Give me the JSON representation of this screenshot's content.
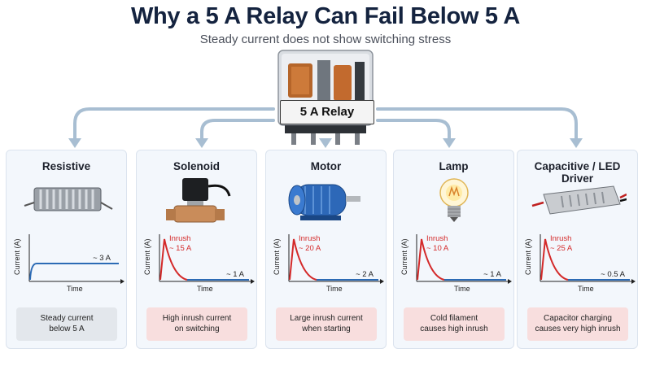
{
  "title": "Why a 5 A Relay Can Fail Below 5 A",
  "subtitle": "Steady current does not show switching stress",
  "relay_label": "5 A Relay",
  "axis": {
    "y": "Current (A)",
    "x": "Time"
  },
  "colors": {
    "steady": "#2c6bb5",
    "inrush": "#d42a2a",
    "connector": "#a8bed2"
  },
  "panels": [
    {
      "title": "Resistive",
      "steady": "~ 3 A",
      "inrush": null,
      "inrush_value": null,
      "caption": [
        "Steady current",
        "below 5 A"
      ],
      "caption_style": "gray",
      "icon": "resistor-icon"
    },
    {
      "title": "Solenoid",
      "steady": "~ 1 A",
      "inrush": "Inrush",
      "inrush_value": "~ 15 A",
      "caption": [
        "High inrush current",
        "on switching"
      ],
      "caption_style": "red",
      "icon": "solenoid-valve-icon"
    },
    {
      "title": "Motor",
      "steady": "~ 2 A",
      "inrush": "Inrush",
      "inrush_value": "~ 20 A",
      "caption": [
        "Large inrush current",
        "when starting"
      ],
      "caption_style": "red",
      "icon": "motor-icon"
    },
    {
      "title": "Lamp",
      "steady": "~ 1 A",
      "inrush": "Inrush",
      "inrush_value": "~ 10 A",
      "caption": [
        "Cold filament",
        "causes high inrush"
      ],
      "caption_style": "red",
      "icon": "lamp-icon"
    },
    {
      "title": "Capacitive / LED Driver",
      "steady": "~ 0.5 A",
      "inrush": "Inrush",
      "inrush_value": "~ 25 A",
      "caption": [
        "Capacitor charging",
        "causes very high inrush"
      ],
      "caption_style": "red",
      "icon": "led-driver-icon"
    }
  ]
}
